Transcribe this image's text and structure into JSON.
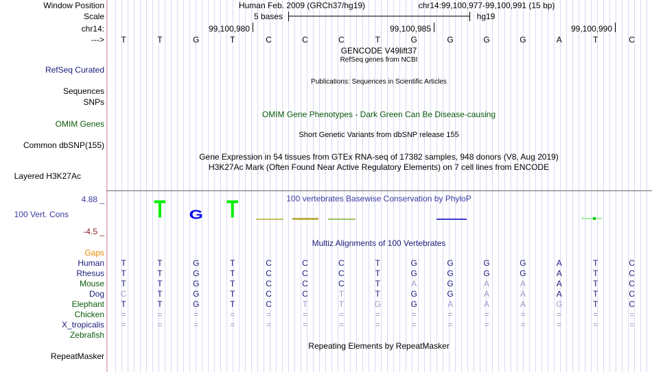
{
  "labels": {
    "window_position": "Window Position",
    "scale": "Scale",
    "chr": "chr14:",
    "strand": "--->",
    "refseq": "RefSeq Curated",
    "sequences": "Sequences",
    "snps": "SNPs",
    "omim": "OMIM Genes",
    "dbsnp": "Common dbSNP(155)",
    "h3k27ac": "Layered H3K27Ac",
    "cons": "100 Vert. Cons",
    "cons_max": "4.88 _",
    "cons_min": "-4.5 _",
    "gaps": "Gaps",
    "repeatmasker": "RepeatMasker"
  },
  "header": {
    "assembly": "Human Feb. 2009 (GRCh37/hg19)",
    "position": "chr14:99,100,977-99,100,991 (15 bp)",
    "scale_text": "5 bases",
    "scale_db": "hg19",
    "coords": [
      "99,100,980",
      "99,100,985",
      "99,100,990"
    ]
  },
  "bases": [
    "T",
    "T",
    "G",
    "T",
    "C",
    "C",
    "C",
    "T",
    "G",
    "G",
    "G",
    "G",
    "A",
    "T",
    "C"
  ],
  "tracks": {
    "gencode": "GENCODE V49lift37",
    "refseq": "RefSeq genes from NCBI",
    "pubs": "Publications: Sequences in Scientific Articles",
    "omim": "OMIM Gene Phenotypes - Dark Green Can Be Disease-causing",
    "snp": "Short Genetic Variants from dbSNP release 155",
    "gtex": "Gene Expression in 54 tissues from GTEx RNA-seq of 17382 samples, 948 donors (V8, Aug 2019)",
    "h3k27ac": "H3K27Ac Mark (Often Found Near Active Regulatory Elements) on 7 cell lines from ENCODE",
    "phylop": "100 vertebrates Basewise Conservation by PhyloP",
    "multiz": "Multiz Alignments of 100 Vertebrates",
    "rmsk": "Repeating Elements by RepeatMasker"
  },
  "logo": {
    "letters": [
      "T",
      "G",
      "T"
    ],
    "colors": {
      "T": "#00ee00",
      "G": "#0000ee"
    }
  },
  "species": [
    {
      "name": "Human",
      "color": "navy",
      "bases": "TTGTCCCTGGGGATC",
      "faded": []
    },
    {
      "name": "Rhesus",
      "color": "navy",
      "bases": "TTGTCCCTGGGGATC",
      "faded": []
    },
    {
      "name": "Mouse",
      "color": "green",
      "bases": "TTGTCCCTAGAAATC",
      "faded": [
        8,
        10,
        11
      ]
    },
    {
      "name": "Dog",
      "color": "navy",
      "bases": "CTGTCCTTGGAAATC",
      "faded": [
        0,
        6,
        10,
        11
      ]
    },
    {
      "name": "Elephant",
      "color": "green",
      "bases": "TTGTCTTGGAAAGTC",
      "faded": [
        5,
        6,
        7,
        9,
        10,
        11,
        12
      ]
    },
    {
      "name": "Chicken",
      "color": "green",
      "bases": "===============",
      "faded": [
        0,
        1,
        2,
        3,
        4,
        5,
        6,
        7,
        8,
        9,
        10,
        11,
        12,
        13,
        14
      ]
    },
    {
      "name": "X_tropicalis",
      "color": "navy",
      "bases": "===============",
      "faded": [
        0,
        1,
        2,
        3,
        4,
        5,
        6,
        7,
        8,
        9,
        10,
        11,
        12,
        13,
        14
      ]
    },
    {
      "name": "Zebrafish",
      "color": "green",
      "bases": "",
      "faded": []
    }
  ]
}
